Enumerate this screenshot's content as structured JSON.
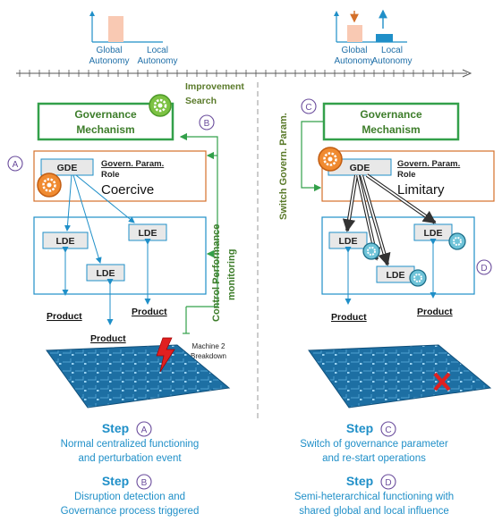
{
  "top_charts": {
    "left": {
      "global_label_1": "Global",
      "global_label_2": "Autonomy",
      "local_label_1": "Local",
      "local_label_2": "Autonomy"
    },
    "right": {
      "global_label_1": "Global",
      "global_label_2": "Autonomy",
      "local_label_1": "Local",
      "local_label_2": "Autonomy"
    }
  },
  "left_panel": {
    "improvement_search_1": "Improvement",
    "improvement_search_2": "Search",
    "governance_1": "Governance",
    "governance_2": "Mechanism",
    "marker_a": "A",
    "marker_b": "B",
    "gde": "GDE",
    "govern_param": "Govern. Param.",
    "role": "Role",
    "role_value": "Coercive",
    "lde": [
      "LDE",
      "LDE",
      "LDE"
    ],
    "product": [
      "Product",
      "Product",
      "Product"
    ],
    "control_1": "Control Performance",
    "control_2": "monitoring",
    "breakdown_1": "Machine 2",
    "breakdown_2": "Breakdown"
  },
  "right_panel": {
    "switch_label": "Switch Govern. Param.",
    "governance_1": "Governance",
    "governance_2": "Mechanism",
    "marker_c": "C",
    "marker_d": "D",
    "gde": "GDE",
    "govern_param": "Govern. Param.",
    "role": "Role",
    "role_value": "Limitary",
    "lde": [
      "LDE",
      "LDE",
      "LDE"
    ],
    "product": [
      "Product",
      "Product"
    ]
  },
  "steps": {
    "step_word": "Step",
    "a_marker": "A",
    "a_line1": "Normal centralized functioning",
    "a_line2": "and perturbation event",
    "b_marker": "B",
    "b_line1": "Disruption detection and",
    "b_line2": "Governance process triggered",
    "c_marker": "C",
    "c_line1": "Switch of governance parameter",
    "c_line2": "and re-start operations",
    "d_marker": "D",
    "d_line1": "Semi-heterarchical functioning with",
    "d_line2": "shared global and local influence"
  },
  "colors": {
    "blue": "#1f8fc8",
    "green": "#33a04a",
    "olive": "#5a6e2a",
    "orange": "#d4702a",
    "purple": "#6a4c9c",
    "step_blue": "#1f8fc8",
    "red": "#e02020"
  }
}
